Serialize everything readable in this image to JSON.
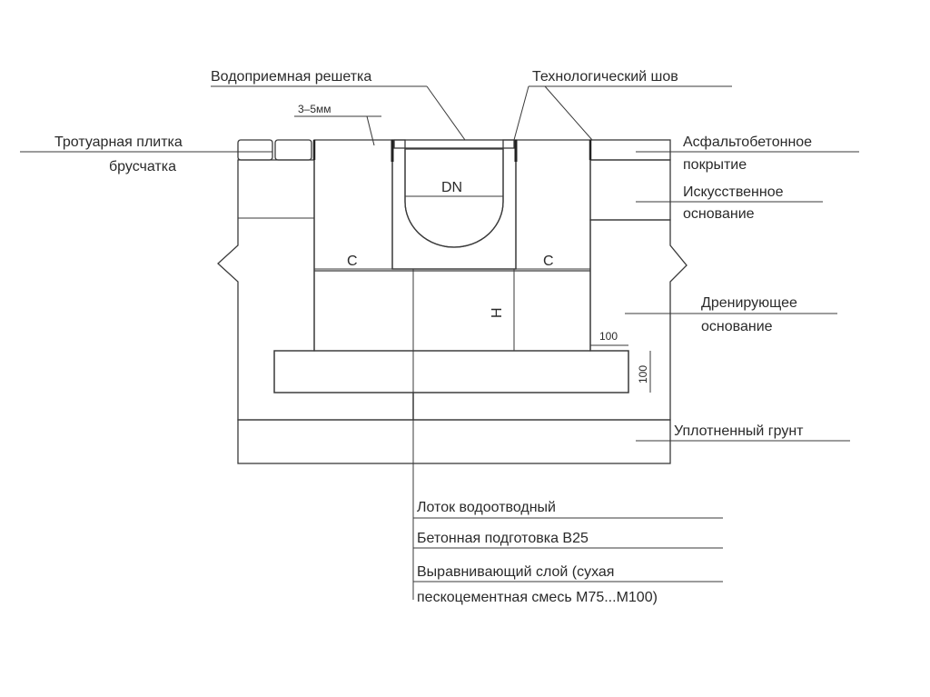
{
  "labels": {
    "grate": "Водоприемная решетка",
    "tech_joint": "Технологический шов",
    "gap": "3–5мм",
    "paving_1": "Тротуарная плитка",
    "paving_2": "брусчатка",
    "asphalt_1": "Асфальтобетонное",
    "asphalt_2": "покрытие",
    "artificial_1": "Искусственное",
    "artificial_2": "основание",
    "drain_1": "Дренирующее",
    "drain_2": "основание",
    "soil": "Уплотненный грунт",
    "tray": "Лоток водоотводный",
    "concrete": "Бетонная подготовка В25",
    "leveling_1": "Выравнивающий слой  (сухая",
    "leveling_2": "пескоцементная смесь М75...М100)"
  },
  "marks": {
    "dn": "DN",
    "c_left": "C",
    "c_right": "C",
    "h": "H",
    "dim_100_h": "100",
    "dim_100_v": "100"
  },
  "colors": {
    "line": "#3a3a3a",
    "sand_fill": "#e4e4e4",
    "concrete_fill": "#d8d8d8",
    "soil_fill": "#6a6a6a",
    "text": "#2a2a2a"
  }
}
